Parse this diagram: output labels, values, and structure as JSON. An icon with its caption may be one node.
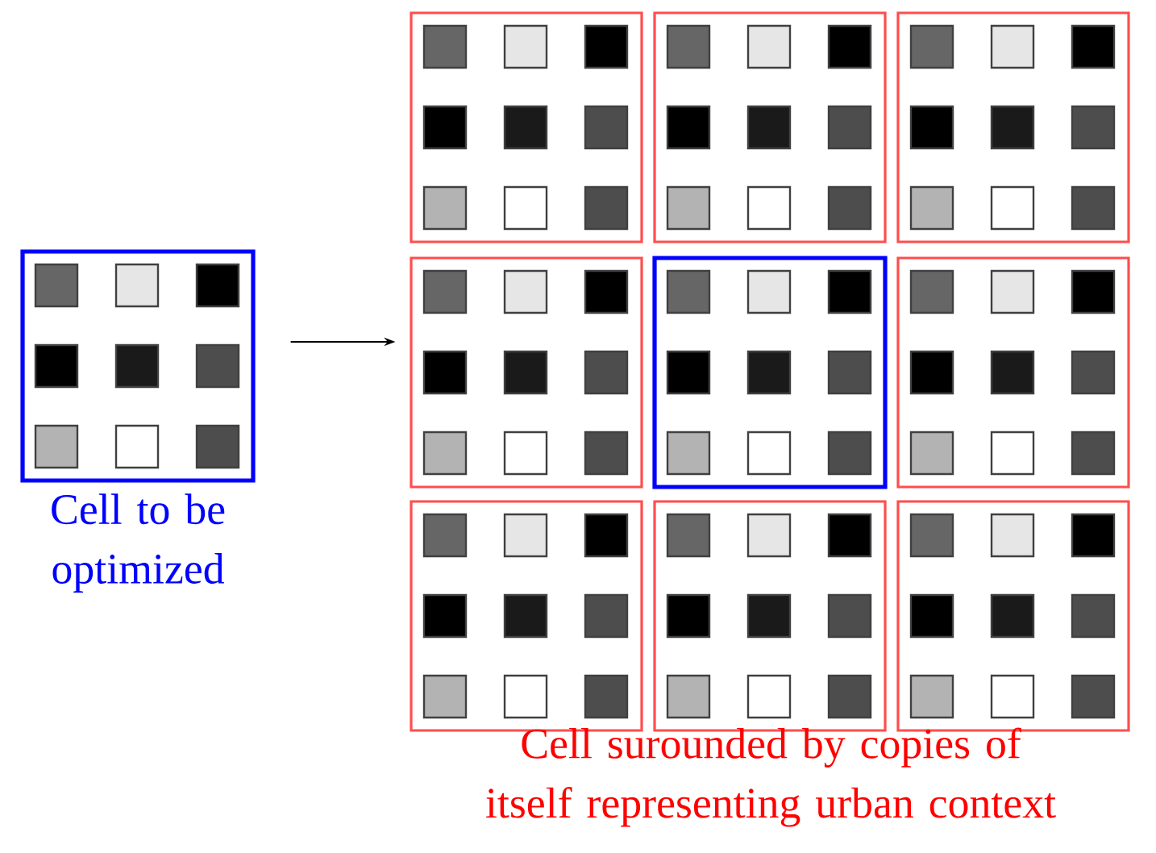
{
  "diagram": {
    "nodes": [
      {
        "text": [],
        "shape": "box",
        "beside": [
          "Cell to be optimized"
        ]
      },
      {
        "text": [],
        "shape": "box"
      },
      {
        "text": [],
        "shape": "box"
      },
      {
        "text": [],
        "shape": "box"
      },
      {
        "text": [],
        "shape": "box"
      },
      {
        "text": [],
        "shape": "box"
      },
      {
        "text": [],
        "shape": "box"
      },
      {
        "text": [],
        "shape": "box"
      },
      {
        "text": [],
        "shape": "box"
      },
      {
        "text": [],
        "shape": "box"
      }
    ],
    "edges": [
      {
        "from": 0,
        "to": 4,
        "arrow": "to"
      }
    ],
    "labels": [
      "Cell surounded by copies of itself representing urban context"
    ]
  }
}
